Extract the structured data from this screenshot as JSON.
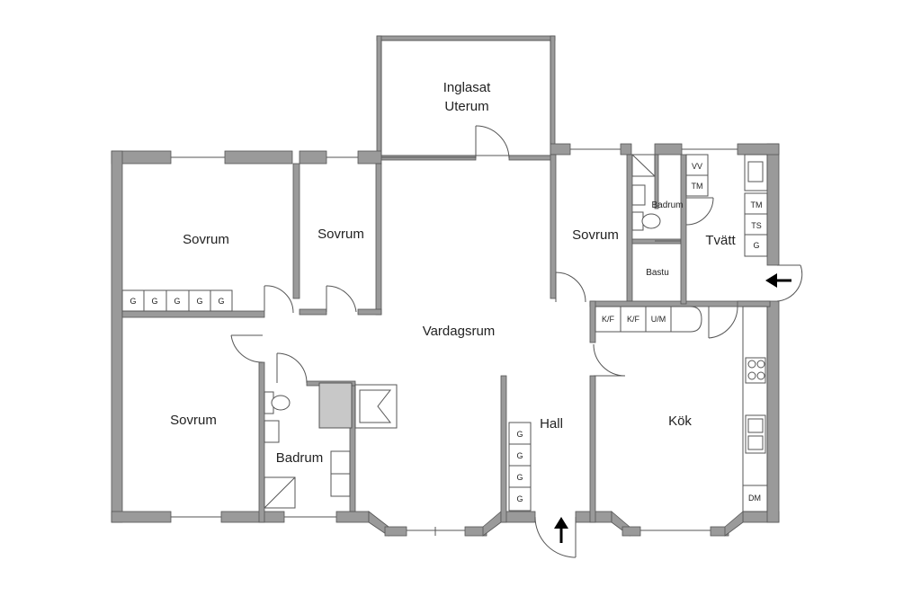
{
  "rooms": {
    "sunroom_line1": "Inglasat",
    "sunroom_line2": "Uterum",
    "bedroom_nw": "Sovrum",
    "bedroom_n_small": "Sovrum",
    "bedroom_ne": "Sovrum",
    "bedroom_sw": "Sovrum",
    "living": "Vardagsrum",
    "hall": "Hall",
    "kitchen": "Kök",
    "bathroom_main": "Badrum",
    "bathroom_small": "Badrum",
    "sauna": "Bastu",
    "laundry": "Tvätt"
  },
  "fixtures": {
    "gas": "G",
    "kf1": "K/F",
    "kf2": "K/F",
    "um": "U/M",
    "vv": "VV",
    "tm1": "TM",
    "tm2": "TM",
    "ts": "TS",
    "dm": "DM"
  }
}
